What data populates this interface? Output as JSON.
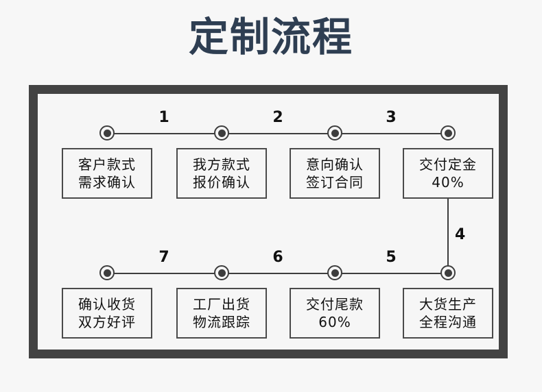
{
  "page": {
    "title": "定制流程",
    "background_color": "#f7f7f7",
    "title_color": "#2e3e52",
    "frame_border_color": "#434343",
    "panel_color": "#f6f6f6",
    "line_color": "#3d3d3d",
    "box_border_color": "#4a4a4a",
    "text_color": "#111111"
  },
  "flow": {
    "rows": [
      {
        "id": "row-1",
        "direction": "left-to-right",
        "steps": [
          {
            "node": "node-1",
            "line1": "客户款式",
            "line2": "需求确认"
          },
          {
            "node": "node-2",
            "line1": "我方款式",
            "line2": "报价确认"
          },
          {
            "node": "node-3",
            "line1": "意向确认",
            "line2": "签订合同"
          },
          {
            "node": "node-4",
            "line1": "交付定金",
            "line2": "40%"
          }
        ],
        "connector_labels": [
          "1",
          "2",
          "3"
        ]
      },
      {
        "id": "row-2",
        "direction": "right-to-left",
        "steps": [
          {
            "node": "node-5",
            "line1": "确认收货",
            "line2": "双方好评"
          },
          {
            "node": "node-6",
            "line1": "工厂出货",
            "line2": "物流跟踪"
          },
          {
            "node": "node-7",
            "line1": "交付尾款",
            "line2": "60%"
          },
          {
            "node": "node-8",
            "line1": "大货生产",
            "line2": "全程沟通"
          }
        ],
        "connector_labels": [
          "7",
          "6",
          "5"
        ]
      }
    ],
    "vertical_connector_label": "4"
  }
}
